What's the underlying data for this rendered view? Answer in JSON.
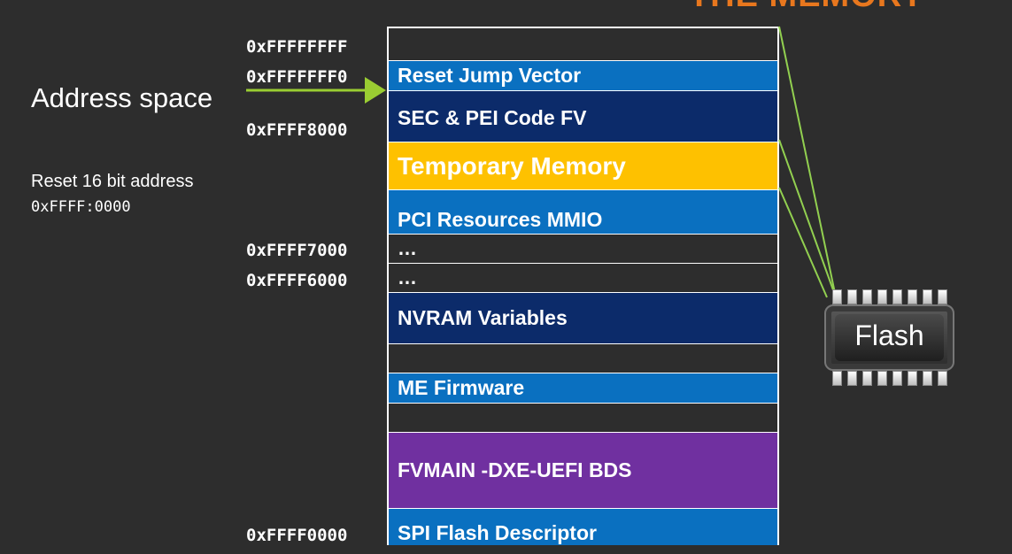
{
  "slide": {
    "title_peek": "THE MEMORY",
    "address_space_label": "Address space",
    "reset_label": "Reset 16 bit address",
    "reset_address": "0xFFFF:0000"
  },
  "addresses": {
    "top": "0xFFFFFFFF",
    "reset_vector": "0xFFFFFFF0",
    "sec_pei": "0xFFFF8000",
    "a7000": "0xFFFF7000",
    "a6000": "0xFFFF6000",
    "base": "0xFFFF0000"
  },
  "regions": {
    "reset_vector": "Reset Jump Vector",
    "sec_pei": "SEC & PEI Code FV",
    "temp_memory": "Temporary Memory",
    "pci": "PCI Resources MMIO",
    "dots1": "…",
    "dots2": "…",
    "nvram": "NVRAM Variables",
    "me_firmware": "ME Firmware",
    "fvmain": "FVMAIN -DXE-UEFI BDS",
    "spi": "SPI Flash Descriptor"
  },
  "chip": {
    "label": "Flash"
  },
  "colors": {
    "background": "#2d2d2d",
    "light_blue": "#0a70c0",
    "dark_blue": "#0c2b6a",
    "yellow": "#fec100",
    "purple": "#7030a0",
    "arrow_green": "#9acd32",
    "title_orange": "#e8771e"
  }
}
